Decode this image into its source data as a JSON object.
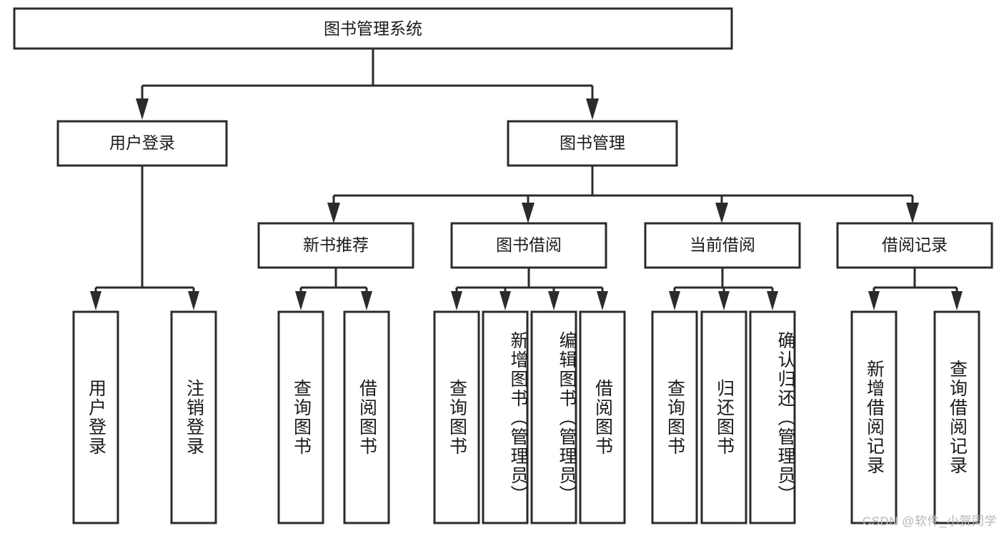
{
  "diagram": {
    "title": "图书管理系统",
    "type": "tree-hierarchy-chart",
    "root": {
      "id": "root",
      "label": "图书管理系统",
      "orientation": "horizontal"
    },
    "level2": [
      {
        "id": "user-login",
        "label": "用户登录",
        "orientation": "horizontal"
      },
      {
        "id": "book-management",
        "label": "图书管理",
        "orientation": "horizontal"
      }
    ],
    "level3": [
      {
        "id": "new-book-recommend",
        "label": "新书推荐",
        "orientation": "horizontal",
        "parent": "book-management"
      },
      {
        "id": "book-borrow",
        "label": "图书借阅",
        "orientation": "horizontal",
        "parent": "book-management"
      },
      {
        "id": "current-borrow",
        "label": "当前借阅",
        "orientation": "horizontal",
        "parent": "book-management"
      },
      {
        "id": "borrow-record",
        "label": "借阅记录",
        "orientation": "horizontal",
        "parent": "book-management"
      }
    ],
    "leaves": [
      {
        "id": "leaf-user-login",
        "label": "用户登录",
        "parent": "user-login",
        "orientation": "vertical"
      },
      {
        "id": "leaf-user-logout",
        "label": "注销登录",
        "parent": "user-login",
        "orientation": "vertical"
      },
      {
        "id": "leaf-query-book-1",
        "label": "查询图书",
        "parent": "new-book-recommend",
        "orientation": "vertical"
      },
      {
        "id": "leaf-borrow-book-1",
        "label": "借阅图书",
        "parent": "new-book-recommend",
        "orientation": "vertical"
      },
      {
        "id": "leaf-query-book-2",
        "label": "查询图书",
        "parent": "book-borrow",
        "orientation": "vertical"
      },
      {
        "id": "leaf-add-book",
        "label": "新增图书（管理员）",
        "parent": "book-borrow",
        "orientation": "vertical"
      },
      {
        "id": "leaf-edit-book",
        "label": "编辑图书（管理员）",
        "parent": "book-borrow",
        "orientation": "vertical"
      },
      {
        "id": "leaf-borrow-book-2",
        "label": "借阅图书",
        "parent": "book-borrow",
        "orientation": "vertical"
      },
      {
        "id": "leaf-query-book-3",
        "label": "查询图书",
        "parent": "current-borrow",
        "orientation": "vertical"
      },
      {
        "id": "leaf-return-book",
        "label": "归还图书",
        "parent": "current-borrow",
        "orientation": "vertical"
      },
      {
        "id": "leaf-confirm-return",
        "label": "确认归还（管理员）",
        "parent": "current-borrow",
        "orientation": "vertical"
      },
      {
        "id": "leaf-add-record",
        "label": "新增借阅记录",
        "parent": "borrow-record",
        "orientation": "vertical"
      },
      {
        "id": "leaf-query-record",
        "label": "查询借阅记录",
        "parent": "borrow-record",
        "orientation": "vertical"
      }
    ],
    "watermark": "CSDN @软件_小贺同学",
    "colors": {
      "stroke": "#2b2b2b",
      "fill": "#ffffff",
      "text": "#1a1a1a",
      "watermark": "#b6b6b6",
      "background": "#ffffff"
    }
  }
}
